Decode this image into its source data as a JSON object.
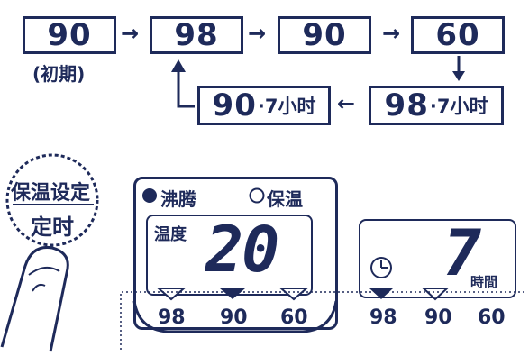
{
  "flow": {
    "box1": "90",
    "box1_note": "(初期)",
    "box2": "98",
    "box3": "90",
    "box4": "60",
    "box5_value": "98",
    "box5_suffix": "·7小时",
    "box6_value": "90",
    "box6_suffix": "·7小时"
  },
  "button": {
    "top_label": "保温设定",
    "bottom_label": "定时"
  },
  "panel": {
    "mode_boil": "沸腾",
    "mode_keep": "保温",
    "temp_label": "温度",
    "temp_value": "20",
    "temps": [
      "98",
      "90",
      "60"
    ]
  },
  "timer": {
    "value": "7",
    "unit": "時間",
    "temps": [
      "98",
      "90",
      "60"
    ]
  },
  "colors": {
    "ink": "#1e2a5a",
    "background": "#ffffff"
  }
}
